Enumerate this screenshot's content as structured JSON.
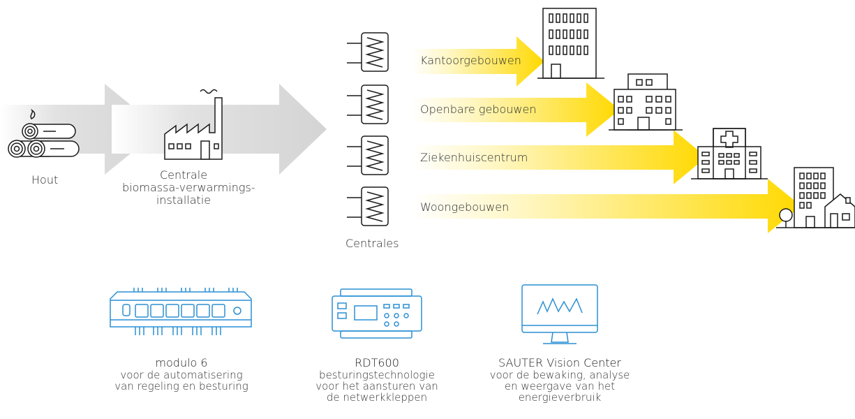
{
  "flow": {
    "wood": "Hout",
    "plant_line1": "Centrale",
    "plant_line2": "biomassa-verwarmings-",
    "plant_line3": "installatie",
    "centrals": "Centrales"
  },
  "consumers": [
    {
      "label": "Kantoorgebouwen",
      "icon": "office-building-icon"
    },
    {
      "label": "Openbare gebouwen",
      "icon": "public-building-icon"
    },
    {
      "label": "Ziekenhuiscentrum",
      "icon": "hospital-icon"
    },
    {
      "label": "Woongebouwen",
      "icon": "residential-buildings-icon"
    }
  ],
  "products": [
    {
      "title": "modulo 6",
      "line1": "voor de automatisering",
      "line2": "van regeling en besturing",
      "line3": "",
      "icon": "controller-module-icon"
    },
    {
      "title": "RDT600",
      "line1": "besturingstechnologie",
      "line2": "voor het aansturen van",
      "line3": "de netwerkkleppen",
      "icon": "control-unit-icon"
    },
    {
      "title": "SAUTER Vision Center",
      "line1": "voor de bewaking, analyse",
      "line2": "en weergave van het",
      "line3": "energieverbruik",
      "icon": "monitor-icon"
    }
  ],
  "colors": {
    "arrow_grey": "#dcdcdc",
    "arrow_yellow": "#ffdd00",
    "line": "#1a1a1a",
    "product_blue": "#2a8fd4"
  }
}
